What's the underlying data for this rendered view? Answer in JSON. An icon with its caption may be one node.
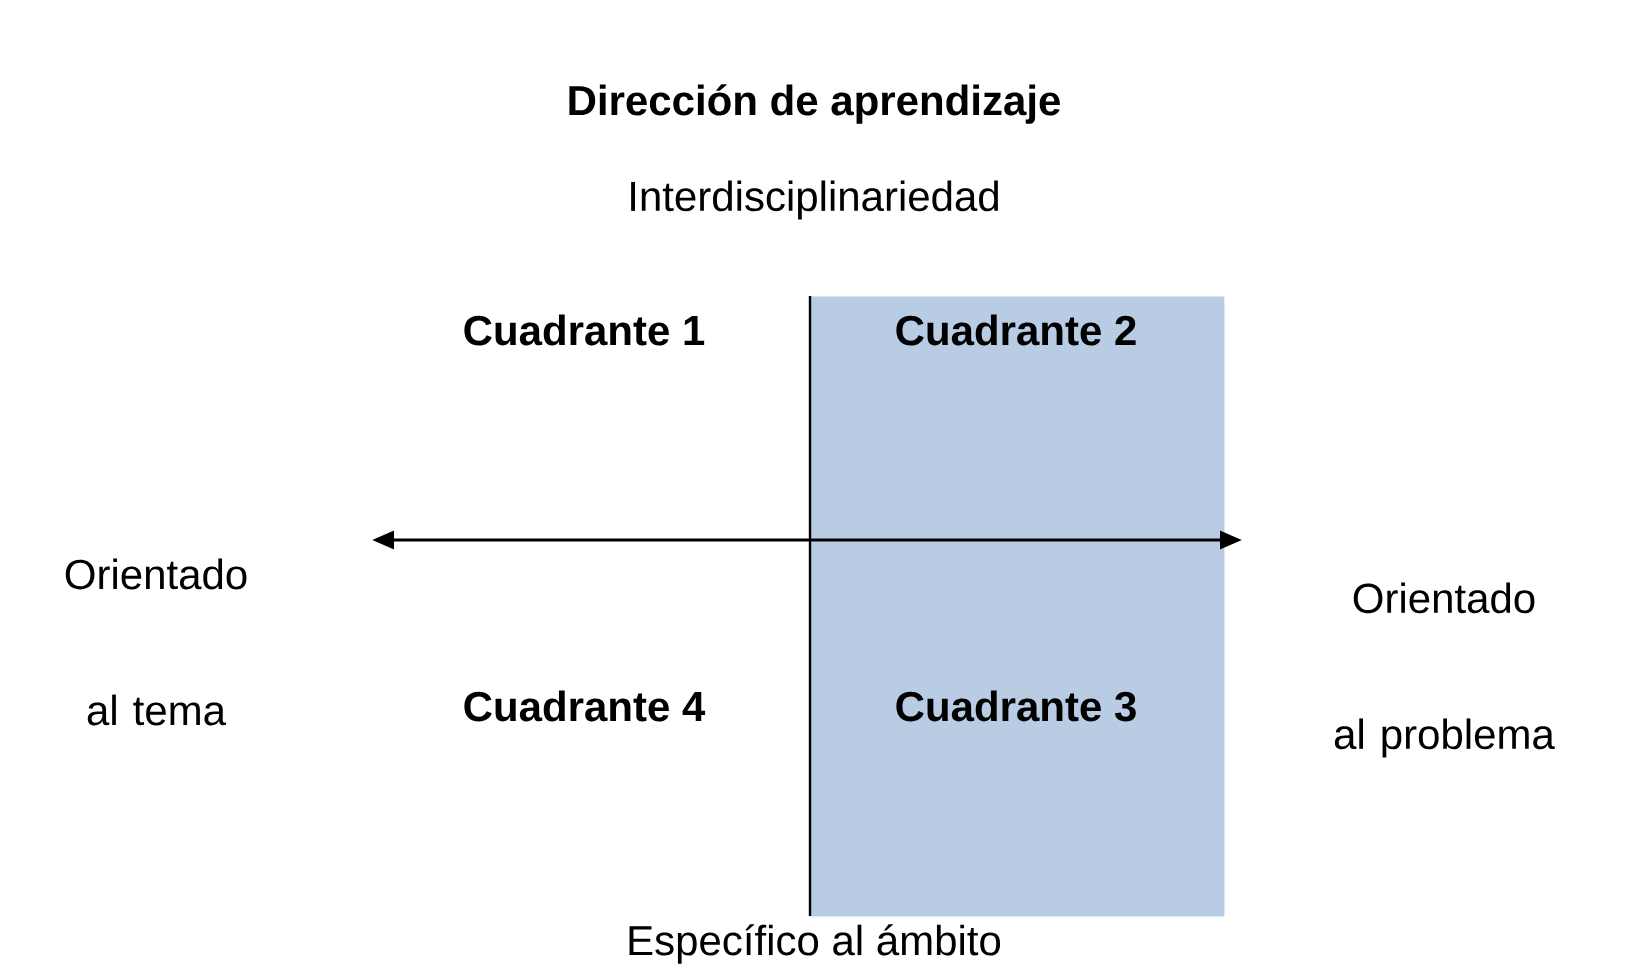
{
  "diagram": {
    "title": "Dirección de aprendizaje",
    "nodes": [
      {
        "text": [
          "Cuadrante 2",
          "Cuadrante 3"
        ]
      }
    ],
    "labels": [
      "Interdisciplinariedad",
      "Cuadrante 1",
      "Orientado al tema",
      "Orientado al problema",
      "Cuadrante 4",
      "Específico al ámbito"
    ]
  }
}
